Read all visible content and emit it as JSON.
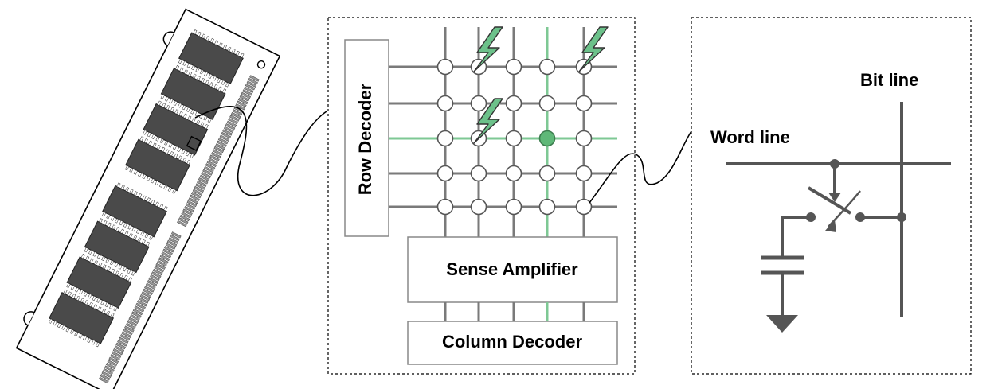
{
  "labels": {
    "row_decoder": "Row Decoder",
    "sense_amplifier": "Sense Amplifier",
    "column_decoder": "Column Decoder",
    "bit_line": "Bit line",
    "word_line": "Word line"
  },
  "grid": {
    "rows": 5,
    "columns": 5,
    "selected_row": 3,
    "selected_column": 4,
    "lightning_cells": [
      [
        1,
        2
      ],
      [
        1,
        5
      ],
      [
        3,
        2
      ]
    ]
  },
  "colors": {
    "line_gray": "#7a7a7a",
    "highlight_green": "#7ec894",
    "cell_selected": "#5fb878",
    "bolt_fill": "#6cc18a",
    "chip_fill": "#4a4a4a",
    "circuit_gray": "#555555"
  }
}
